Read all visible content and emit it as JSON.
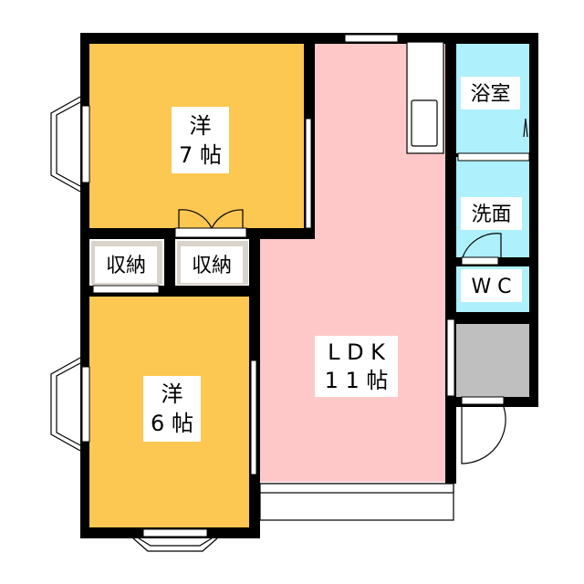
{
  "rooms": {
    "western_7": {
      "line1": "洋",
      "line2": "7 帖"
    },
    "western_6": {
      "line1": "洋",
      "line2": "6 帖"
    },
    "ldk": {
      "line1": "L D K",
      "line2": "1 1 帖"
    },
    "storage_1": {
      "label": "収納"
    },
    "storage_2": {
      "label": "収納"
    },
    "bath": {
      "label": "浴室"
    },
    "washroom": {
      "label": "洗面"
    },
    "toilet": {
      "label": "W C"
    }
  },
  "colors": {
    "western": "#fcc852",
    "ldk": "#fec8c9",
    "wet": "#aef0fb",
    "storage": "#d9d4cb",
    "entrance": "#bfbfbf",
    "wall": "#000000"
  }
}
